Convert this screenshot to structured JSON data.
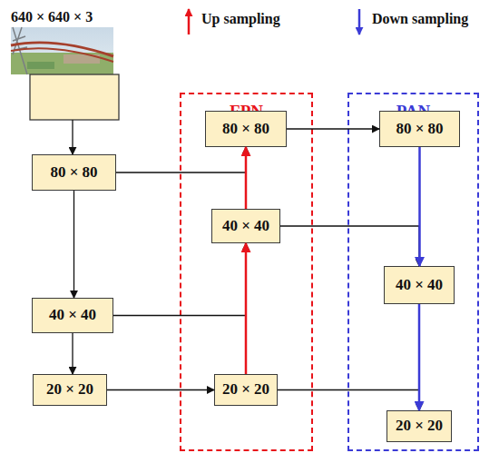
{
  "diagram": {
    "nodes": [
      {
        "text": [
          "80 × 80"
        ]
      },
      {
        "text": [
          "40 × 40"
        ]
      },
      {
        "text": [
          "20 × 20"
        ]
      },
      {
        "text": [
          "FPN"
        ]
      },
      {
        "text": [
          "80 × 80"
        ],
        "in": 3
      },
      {
        "text": [
          "40 × 40"
        ],
        "in": 3
      },
      {
        "text": [
          "20 × 20"
        ],
        "in": 3
      },
      {
        "text": [
          "PAN"
        ]
      },
      {
        "text": [
          "80 × 80"
        ],
        "in": 7
      },
      {
        "text": [
          "40 × 40"
        ],
        "in": 7
      },
      {
        "text": [
          "20 × 20"
        ],
        "in": 7
      }
    ],
    "edges": [
      {
        "from": 0,
        "to": 1,
        "arrow": "to"
      },
      {
        "from": 1,
        "to": 2,
        "arrow": "to"
      },
      {
        "from": 0,
        "to": 4,
        "arrow": "to"
      },
      {
        "from": 1,
        "to": 5,
        "arrow": "to"
      },
      {
        "from": 2,
        "to": 6,
        "arrow": "to"
      },
      {
        "from": 6,
        "to": 5,
        "arrow": "to"
      },
      {
        "from": 5,
        "to": 4,
        "arrow": "to"
      },
      {
        "from": 4,
        "to": 8,
        "arrow": "to"
      },
      {
        "from": 5,
        "to": 9,
        "arrow": "to"
      },
      {
        "from": 6,
        "to": 10,
        "arrow": "to"
      },
      {
        "from": 8,
        "to": 9,
        "arrow": "to"
      },
      {
        "from": 9,
        "to": 10,
        "arrow": "to"
      }
    ],
    "labels": [
      "640 × 640 × 3",
      "Up sampling",
      "Down sampling"
    ]
  }
}
